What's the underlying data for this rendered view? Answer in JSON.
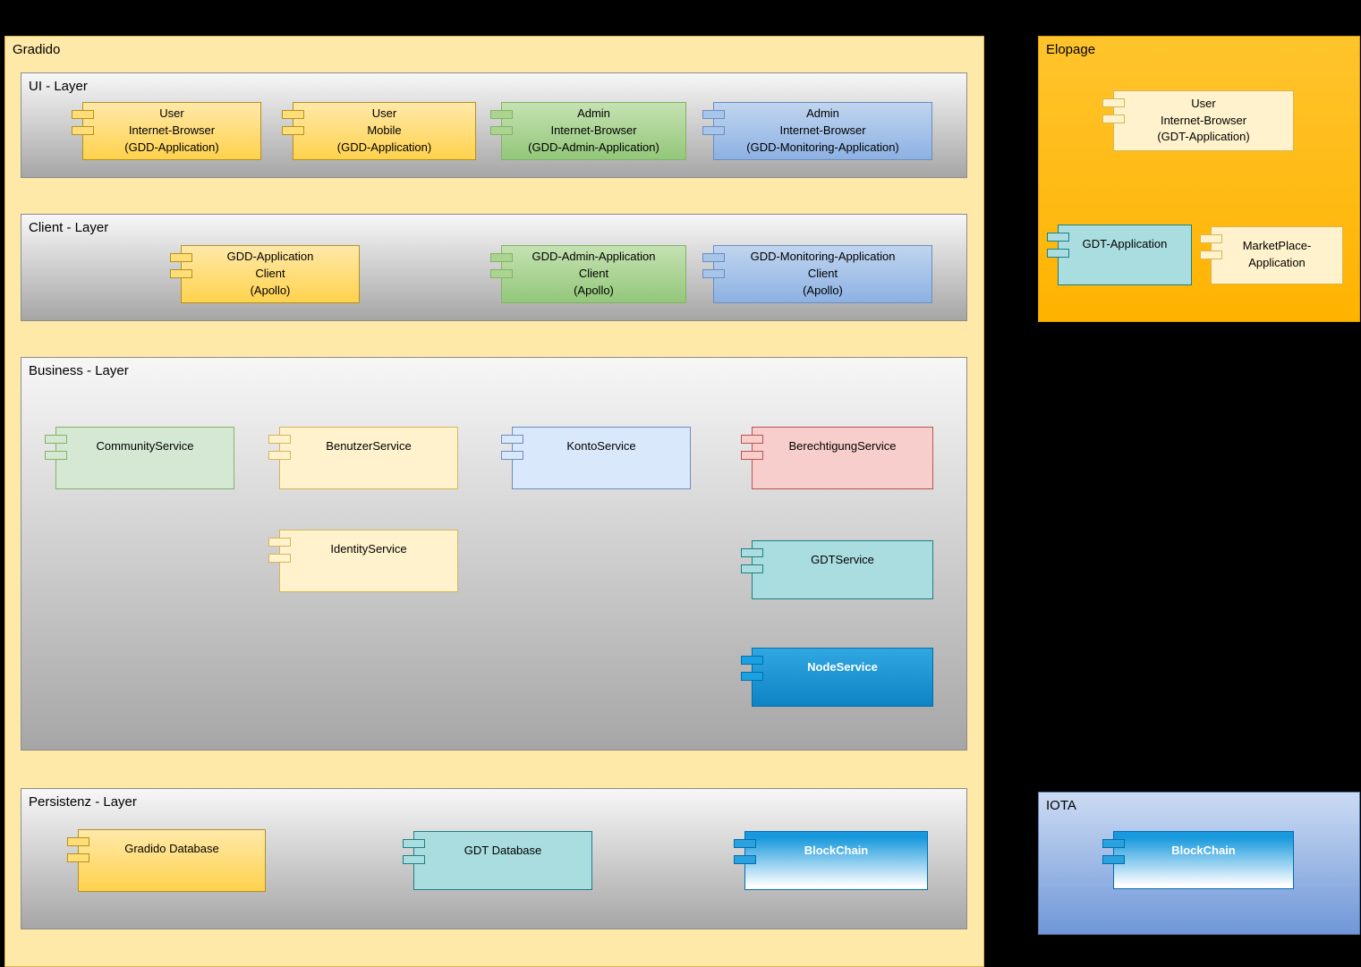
{
  "gradido": {
    "title": "Gradido",
    "ui_layer": {
      "title": "UI - Layer",
      "components": [
        {
          "label": "User\nInternet-Browser\n(GDD-Application)"
        },
        {
          "label": "User\nMobile\n(GDD-Application)"
        },
        {
          "label": "Admin\nInternet-Browser\n(GDD-Admin-Application)"
        },
        {
          "label": "Admin\nInternet-Browser\n(GDD-Monitoring-Application)"
        }
      ]
    },
    "client_layer": {
      "title": "Client - Layer",
      "components": [
        {
          "label": "GDD-Application\nClient\n(Apollo)"
        },
        {
          "label": "GDD-Admin-Application\nClient\n(Apollo)"
        },
        {
          "label": "GDD-Monitoring-Application\nClient\n(Apollo)"
        }
      ]
    },
    "business_layer": {
      "title": "Business - Layer",
      "components": [
        {
          "label": "CommunityService"
        },
        {
          "label": "BenutzerService"
        },
        {
          "label": "KontoService"
        },
        {
          "label": "BerechtigungService"
        },
        {
          "label": "IdentityService"
        },
        {
          "label": "GDTService"
        },
        {
          "label": "NodeService"
        }
      ]
    },
    "persistenz_layer": {
      "title": "Persistenz - Layer",
      "components": [
        {
          "label": "Gradido Database"
        },
        {
          "label": "GDT Database"
        },
        {
          "label": "BlockChain"
        }
      ]
    }
  },
  "elopage": {
    "title": "Elopage",
    "components": [
      {
        "label": "User\nInternet-Browser\n(GDT-Application)"
      },
      {
        "label": "GDT-Application"
      },
      {
        "label": "MarketPlace-\nApplication"
      }
    ]
  },
  "iota": {
    "title": "IOTA",
    "components": [
      {
        "label": "BlockChain"
      }
    ]
  },
  "palette": {
    "yellow": "#ffd966",
    "pale_yellow": "#fff2cc",
    "green": "#a9d08e",
    "pale_green": "#d5e8d4",
    "blue": "#9dc3e6",
    "pale_blue": "#dae8fc",
    "pink": "#f8cecc",
    "teal": "#aadde0",
    "bright_blue": "#1ba1e2",
    "elopage_orange": "#ffb81c",
    "gradido_yellow": "#ffe9a9",
    "iota_blue": "#6f97d8",
    "layer_gray": "#a6a6a6",
    "background": "#000000"
  }
}
